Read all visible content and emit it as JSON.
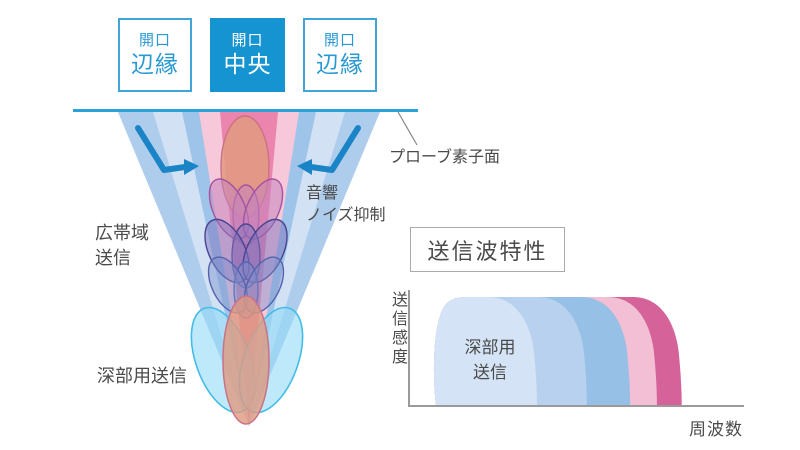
{
  "aperture_boxes": [
    {
      "line1": "開口",
      "line2": "辺縁",
      "variant": "outline"
    },
    {
      "line1": "開口",
      "line2": "中央",
      "variant": "filled"
    },
    {
      "line1": "開口",
      "line2": "辺縁",
      "variant": "outline"
    }
  ],
  "beam_diagram": {
    "probe_surface_label": "プローブ素子面",
    "noise_label_line1": "音響",
    "noise_label_line2": "ノイズ抑制",
    "broadband_label_line1": "広帯域",
    "broadband_label_line2": "送信",
    "deep_label": "深部用送信"
  },
  "chart": {
    "title": "送信波特性",
    "ylabel": "送信感度",
    "xlabel": "周波数",
    "area_label_line1": "深部用",
    "area_label_line2": "送信"
  },
  "chart_data": {
    "type": "area",
    "title": "送信波特性",
    "xlabel": "周波数",
    "ylabel": "送信感度",
    "axes_numeric": false,
    "grid": false,
    "legend": "none",
    "note": "conceptual overlapping frequency bands, flat-top domes, plotted back(widest)-to-front(narrowest)",
    "series": [
      {
        "label": "",
        "color": "#d5639a",
        "band_end_frac": 0.823
      },
      {
        "label": "",
        "color": "#f3bfd4",
        "band_end_frac": 0.749
      },
      {
        "label": "",
        "color": "#97c0e6",
        "band_end_frac": 0.669
      },
      {
        "label": "",
        "color": "#b7d1ee",
        "band_end_frac": 0.54
      },
      {
        "label": "深部用送信",
        "color": "#d4e3f5",
        "band_end_frac": 0.391
      }
    ]
  },
  "colors": {
    "probe_line": "#2aa2da",
    "arrow": "#1b84c6",
    "box_border": "#42a5d7",
    "box_text": "#2899d3",
    "box_filled_bg": "#1693d1",
    "text": "#4a4a4a",
    "axis": "#9a9a9a",
    "pointer": "#888888",
    "band_outer": "#aeccec",
    "band_pale": "#d2e2f4",
    "band_inner": "#9ec5e9",
    "band_lightpink": "#f6c8da",
    "band_corepink": "#ec85ae",
    "salmon_fill": "#e09a80",
    "salmon_stroke": "#c97287",
    "mauve_fill": "#c583bd",
    "mauve_stroke": "#a4539f",
    "violet_fill": "#7f74bd",
    "violet_stroke": "#4a4492",
    "petalblue_fill": "#7e90cc",
    "petalblue_stroke": "#5563ae",
    "cyan_fill": "#93dbf6",
    "cyan_stroke": "#44bce8"
  }
}
